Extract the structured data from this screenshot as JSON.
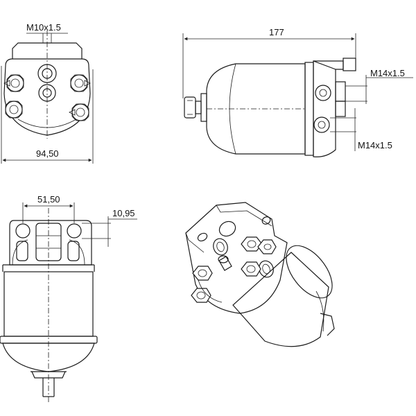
{
  "dimensions": {
    "front_thread": "M10x1.5",
    "front_width": "94,50",
    "side_length": "177",
    "side_port_upper": "M14x1.5",
    "side_port_lower": "M14x1.5",
    "top_spacing": "51,50",
    "top_offset": "10,95"
  },
  "colors": {
    "line": "#1a1a1a",
    "background": "#ffffff"
  }
}
